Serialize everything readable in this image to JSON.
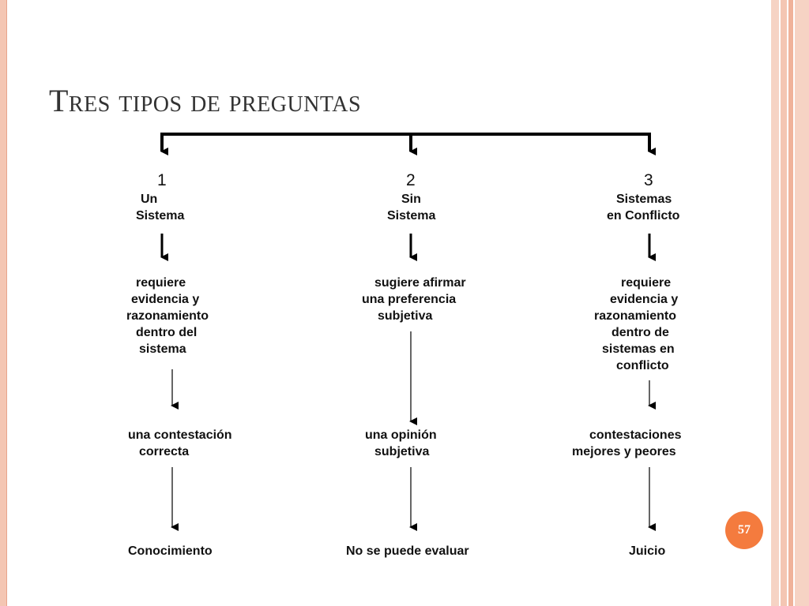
{
  "title": "Tres tipos de preguntas",
  "page_number": "57",
  "colors": {
    "accent": "#f47b3e",
    "border": "#f4c6b3"
  },
  "columns": [
    {
      "number": "1",
      "heading": [
        "Un",
        "Sistema"
      ],
      "requirement": [
        "requiere",
        "evidencia y",
        "razonamiento",
        "dentro del",
        "sistema"
      ],
      "answer": [
        "una contestación",
        "correcta"
      ],
      "result": "Conocimiento"
    },
    {
      "number": "2",
      "heading": [
        "Sin",
        "Sistema"
      ],
      "requirement": [
        "sugiere afirmar",
        "una preferencia",
        "subjetiva"
      ],
      "answer": [
        "una opinión",
        "subjetiva"
      ],
      "result": "No se puede evaluar"
    },
    {
      "number": "3",
      "heading": [
        "Sistemas",
        "en Conflicto"
      ],
      "requirement": [
        "requiere",
        "evidencia y",
        "razonamiento",
        "dentro de",
        "sistemas en",
        "conflicto"
      ],
      "answer": [
        "contestaciones",
        "mejores y peores"
      ],
      "result": "Juicio"
    }
  ]
}
